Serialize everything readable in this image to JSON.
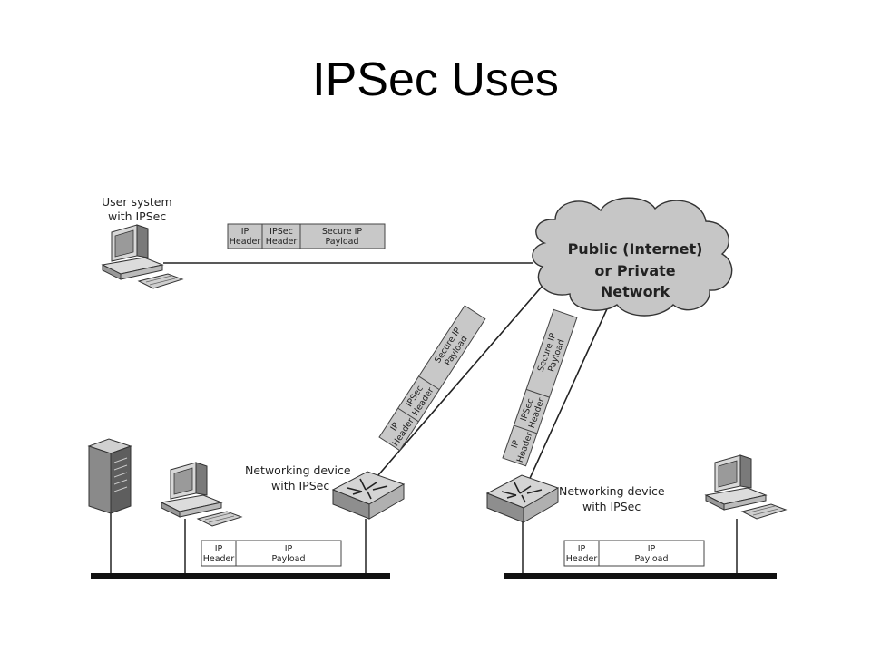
{
  "slide": {
    "title": "IPSec Uses"
  },
  "diagram": {
    "user_system": {
      "line1": "User system",
      "line2": "with IPSec"
    },
    "cloud": {
      "line1": "Public (Internet)",
      "line2": "or Private",
      "line3": "Network"
    },
    "left_device": {
      "line1": "Networking device",
      "line2": "with IPSec"
    },
    "right_device": {
      "line1": "Networking device",
      "line2": "with IPSec"
    },
    "secure_packet": {
      "ip_header": [
        "IP",
        "Header"
      ],
      "ipsec_header": [
        "IPSec",
        "Header"
      ],
      "payload": [
        "Secure IP",
        "Payload"
      ]
    },
    "plain_packet": {
      "ip_header": [
        "IP",
        "Header"
      ],
      "payload": [
        "IP",
        "Payload"
      ]
    }
  }
}
